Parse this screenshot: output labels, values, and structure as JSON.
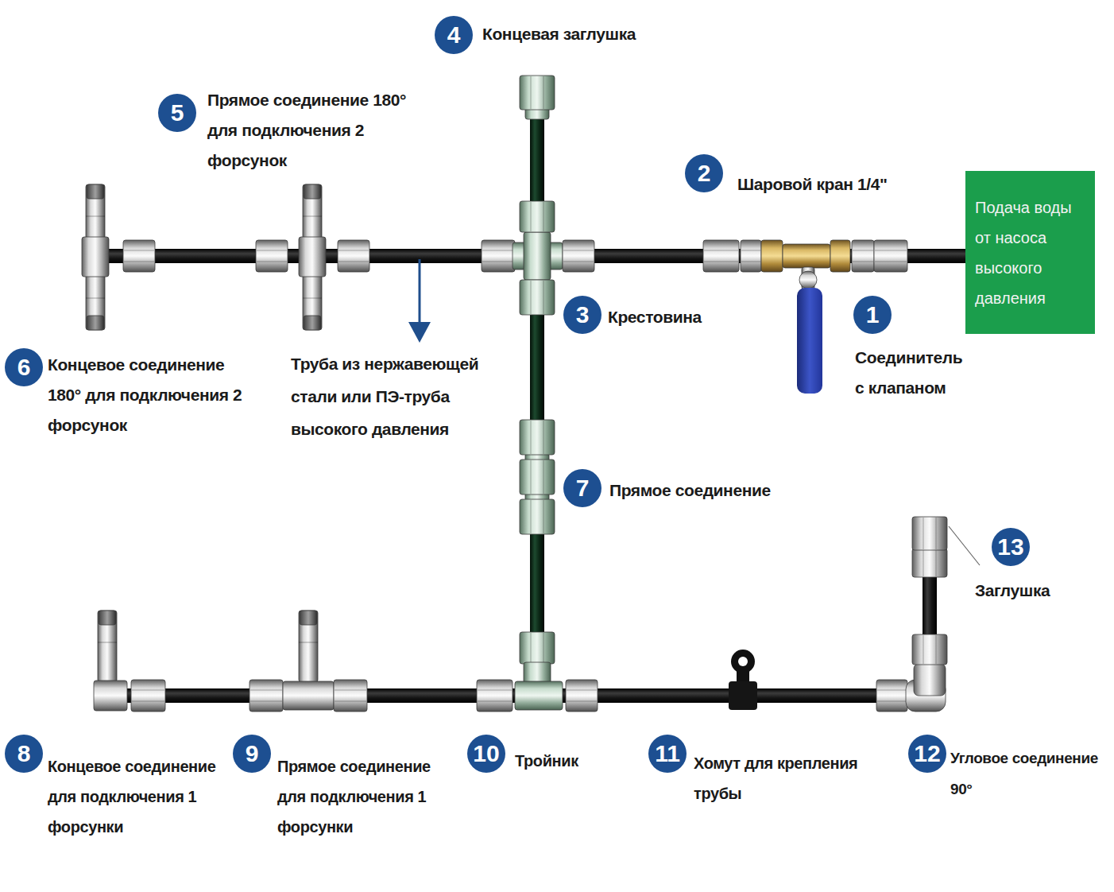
{
  "diagram": {
    "nodes": [
      {
        "text": [
          "Подача воды от насоса высокого давления"
        ]
      }
    ],
    "labels": [
      "4",
      "Концевая заглушка",
      "5",
      "Прямое соединение 180° для подключения 2 форсунок",
      "2",
      "Шаровой кран 1/4\"",
      "3",
      "Крестовина",
      "1",
      "Соединитель с клапаном",
      "6",
      "Концевое соединение 180° для подключения 2 форсунок",
      "Труба из нержавеющей стали или ПЭ-труба высокого давления",
      "7",
      "Прямое соединение",
      "13",
      "Заглушка",
      "8",
      "Концевое соединение для подключения 1 форсунки",
      "9",
      "Прямое соединение для подключения 1 форсунки",
      "10",
      "Тройник",
      "11",
      "Хомут для крепления трубы",
      "12",
      "Угловое соединение 90°"
    ]
  }
}
